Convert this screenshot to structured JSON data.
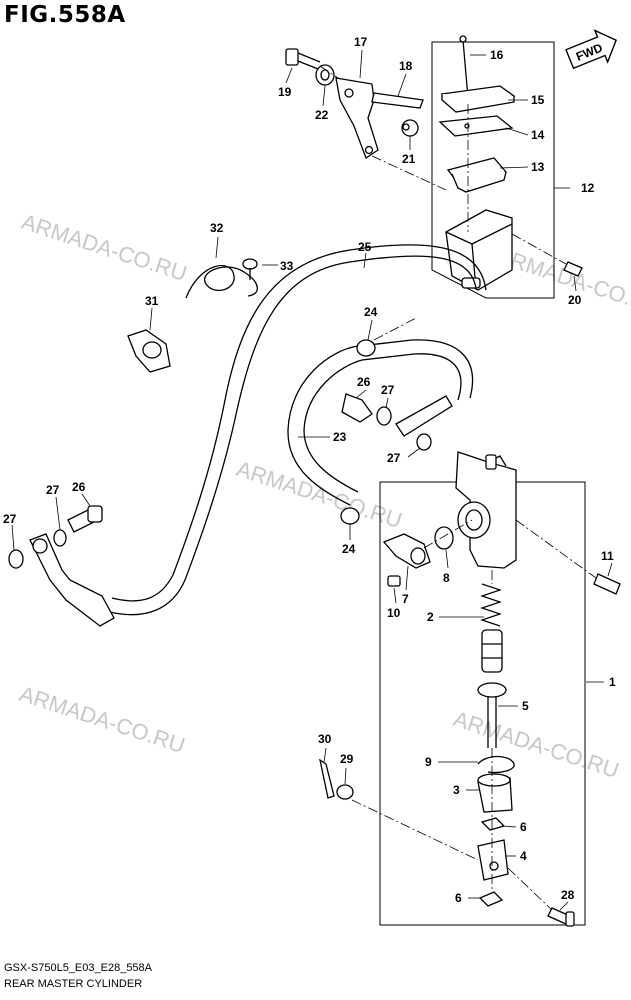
{
  "title": "FIG.558A",
  "footer": {
    "code": "GSX-S750L5_E03_E28_558A",
    "name": "REAR MASTER CYLINDER"
  },
  "fwd_label": "FWD",
  "watermark": "ARMADA-CO.RU",
  "callouts": [
    "1",
    "2",
    "3",
    "4",
    "5",
    "6",
    "6",
    "7",
    "8",
    "9",
    "10",
    "11",
    "12",
    "13",
    "14",
    "15",
    "16",
    "17",
    "18",
    "19",
    "20",
    "21",
    "22",
    "23",
    "24",
    "24",
    "25",
    "26",
    "26",
    "27",
    "27",
    "27",
    "27",
    "28",
    "29",
    "30",
    "31",
    "32",
    "33"
  ],
  "colors": {
    "line": "#000000",
    "watermark": "#c8c8c8",
    "background": "#ffffff"
  }
}
